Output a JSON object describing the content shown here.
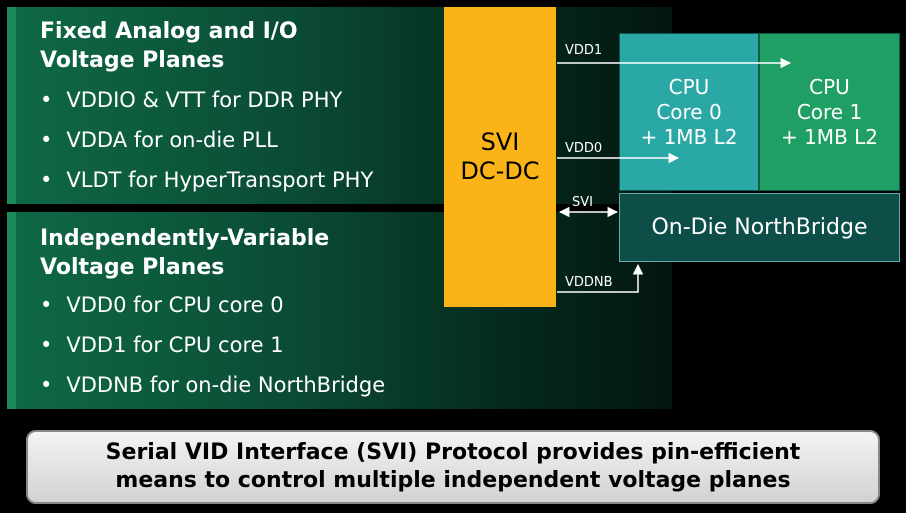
{
  "fixed": {
    "heading_line1": "Fixed Analog and I/O",
    "heading_line2": "Voltage Planes",
    "bullets": [
      "VDDIO & VTT for DDR PHY",
      "VDDA for on-die PLL",
      "VLDT for HyperTransport PHY"
    ]
  },
  "variable": {
    "heading_line1": "Independently-Variable",
    "heading_line2": "Voltage Planes",
    "bullets": [
      "VDD0 for CPU core 0",
      "VDD1 for CPU core 1",
      "VDDNB for on-die NorthBridge"
    ]
  },
  "svi_box": {
    "line1": "SVI",
    "line2": "DC-DC"
  },
  "core0": {
    "line1": "CPU",
    "line2": "Core 0",
    "line3": "+ 1MB L2"
  },
  "core1": {
    "line1": "CPU",
    "line2": "Core 1",
    "line3": "+ 1MB L2"
  },
  "northbridge": {
    "label": "On-Die NorthBridge"
  },
  "signals": {
    "vdd1": "VDD1",
    "vdd0": "VDD0",
    "svi": "SVI",
    "vddnb": "VDDNB"
  },
  "banner": {
    "line1": "Serial VID Interface (SVI) Protocol provides pin-efficient",
    "line2": "means to control multiple independent voltage planes"
  },
  "colors": {
    "svi_box": "#fab417",
    "core0": "#2aa8a6",
    "core1": "#1f9f63",
    "northbridge": "#0e4e49"
  }
}
